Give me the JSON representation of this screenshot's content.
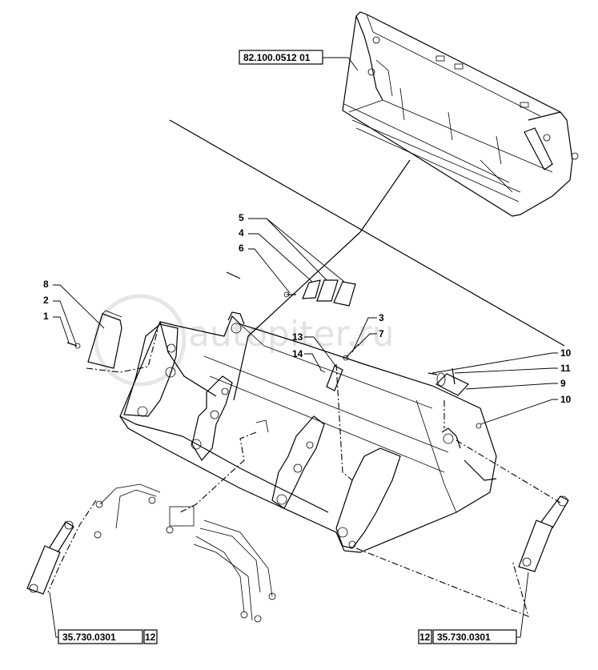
{
  "watermark": "autopiter.ru",
  "references": {
    "top": "82.100.0512 01",
    "bottom_left": {
      "code": "35.730.0301",
      "qty": "12"
    },
    "bottom_right": {
      "code": "35.730.0301",
      "qty": "12"
    }
  },
  "callouts": [
    "1",
    "2",
    "3",
    "4",
    "5",
    "6",
    "7",
    "8",
    "9",
    "10",
    "10",
    "11",
    "13",
    "14"
  ]
}
